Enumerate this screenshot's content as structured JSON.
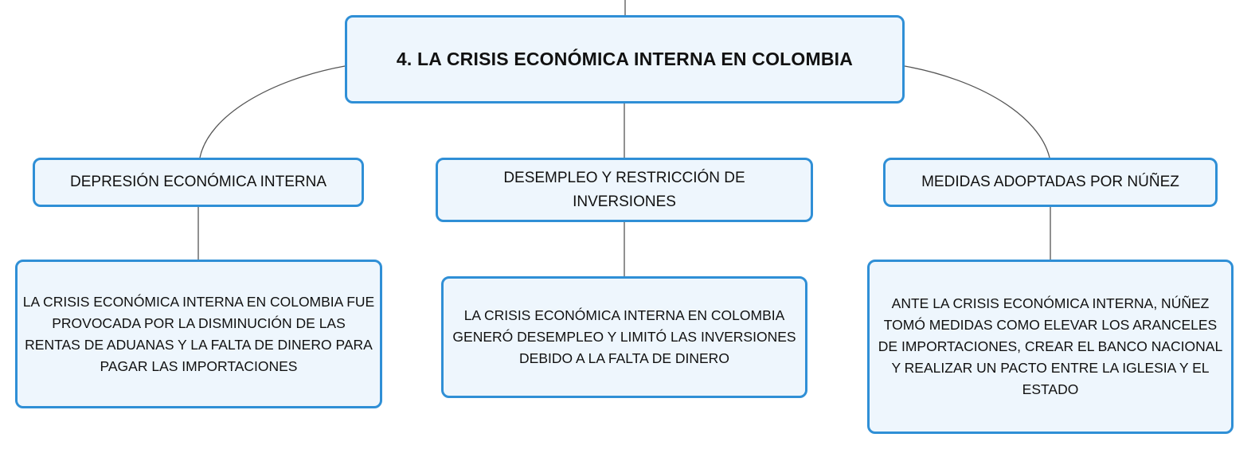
{
  "diagram": {
    "root": {
      "label": "4. LA CRISIS ECONÓMICA INTERNA EN COLOMBIA"
    },
    "branches": [
      {
        "label": "DEPRESIÓN ECONÓMICA INTERNA",
        "detail": "LA CRISIS ECONÓMICA INTERNA EN COLOMBIA FUE PROVOCADA POR LA DISMINUCIÓN DE LAS RENTAS DE ADUANAS Y LA FALTA DE DINERO PARA PAGAR LAS IMPORTACIONES"
      },
      {
        "label": "DESEMPLEO Y RESTRICCIÓN DE INVERSIONES",
        "detail": "LA CRISIS ECONÓMICA INTERNA EN COLOMBIA GENERÓ DESEMPLEO Y LIMITÓ LAS INVERSIONES DEBIDO A LA FALTA DE DINERO"
      },
      {
        "label": "MEDIDAS ADOPTADAS POR NÚÑEZ",
        "detail": "ANTE LA CRISIS ECONÓMICA INTERNA, NÚÑEZ TOMÓ MEDIDAS COMO ELEVAR LOS ARANCELES DE IMPORTACIONES, CREAR EL BANCO NACIONAL Y REALIZAR UN PACTO ENTRE LA IGLESIA Y EL ESTADO"
      }
    ]
  },
  "colors": {
    "node_border": "#2f8fd6",
    "node_fill": "#eef6fd",
    "connector": "#555555",
    "text": "#111111"
  }
}
